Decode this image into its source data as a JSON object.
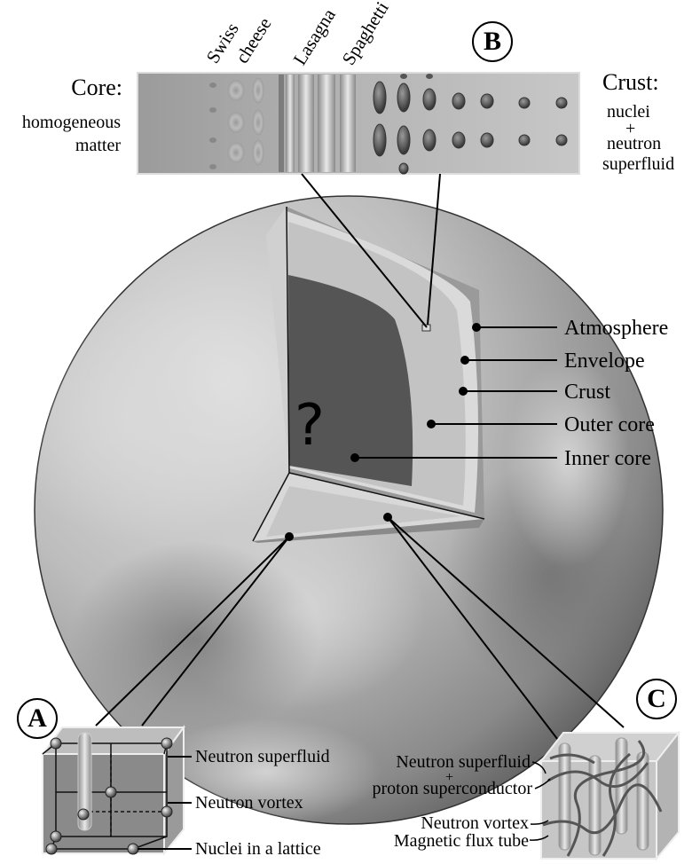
{
  "panel_b": {
    "badge": "B",
    "core_heading": "Core:",
    "core_text_1": "homogeneous",
    "core_text_2": "matter",
    "crust_heading": "Crust:",
    "crust_text_1": "nuclei",
    "crust_text_2": "+",
    "crust_text_3": "neutron",
    "crust_text_4": "superfluid",
    "phases": [
      "Swiss",
      "cheese",
      "Lasagna",
      "Spaghetti"
    ]
  },
  "layers": [
    "Atmosphere",
    "Envelope",
    "Crust",
    "Outer core",
    "Inner core"
  ],
  "inner_core_mark": "?",
  "panel_a": {
    "badge": "A",
    "labels": [
      "Neutron superfluid",
      "Neutron vortex",
      "Nuclei in a lattice"
    ]
  },
  "panel_c": {
    "badge": "C",
    "label_1": "Neutron superfluid",
    "label_plus": "+",
    "label_2": "proton superconductor",
    "label_3": "Neutron vortex",
    "label_4": "Magnetic flux tube"
  },
  "colors": {
    "inner_core": "#555555",
    "outer_core": "#c3c3c3",
    "crust_band": "#8a8a8a",
    "sphere_light": "#dedede",
    "sphere_dark": "#4a4a4a"
  }
}
